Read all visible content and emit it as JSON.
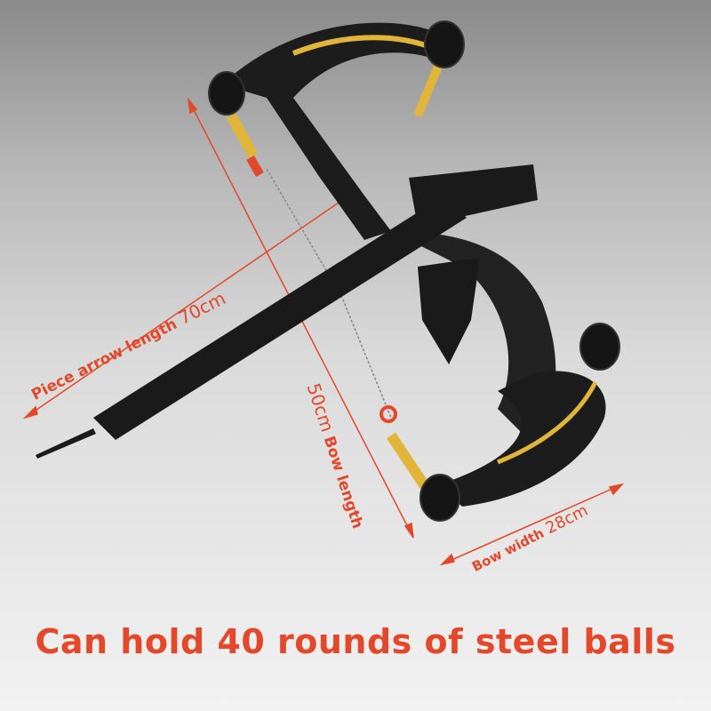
{
  "labels": {
    "arrow_length_text": "Piece arrow length",
    "arrow_length_value": "70cm",
    "bow_length_value": "50cm",
    "bow_length_text": "Bow length",
    "bow_width_text": "Bow width",
    "bow_width_value": "28cm"
  },
  "caption": "Can hold  40 rounds of steel balls",
  "colors": {
    "annotation": "#e3482a",
    "bow": "#1c1c1c",
    "limb_accent": "#e0b53a"
  }
}
